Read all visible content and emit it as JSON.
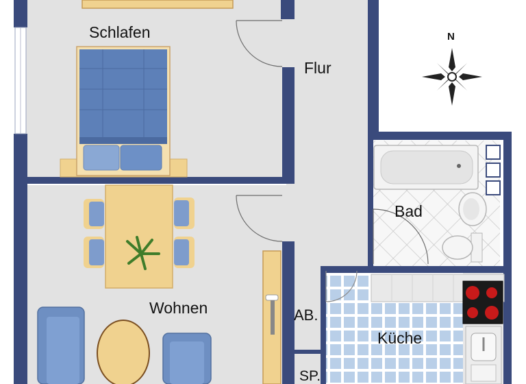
{
  "rooms": {
    "schlafen": "Schlafen",
    "flur": "Flur",
    "bad": "Bad",
    "wohnen": "Wohnen",
    "ab": "AB.",
    "kueche": "Küche",
    "sp": "SP."
  },
  "compass": {
    "north": "N"
  },
  "colors": {
    "wall": "#3a4a7c",
    "floor": "#e2e2e2",
    "wood": "#f0d28f",
    "wood_dark": "#d9b46a",
    "fabric": "#5d80b8",
    "tile_blue": "#b7cde6",
    "stove": "#c81a1a"
  }
}
